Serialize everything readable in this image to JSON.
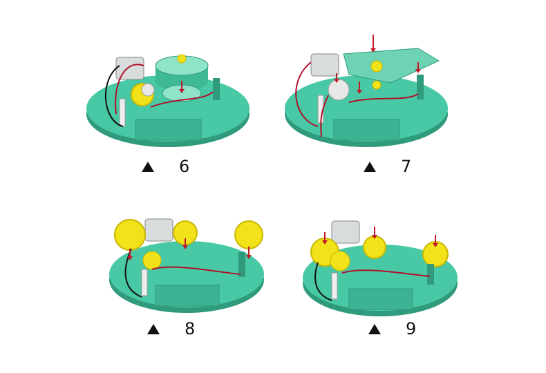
{
  "colors": {
    "base": "#48c8a4",
    "base_dark": "#2f9a7c",
    "base_light": "#8fe3c9",
    "gear": "#f2e21a",
    "gear_dark": "#c9b800",
    "arrow": "#c0182a",
    "wire_red": "#b0102a",
    "wire_black": "#111111",
    "motor": "#d8dcdc"
  },
  "icons": {
    "step_marker": "triangle-icon"
  },
  "steps": [
    {
      "number": "6"
    },
    {
      "number": "7"
    },
    {
      "number": "8"
    },
    {
      "number": "9"
    }
  ]
}
